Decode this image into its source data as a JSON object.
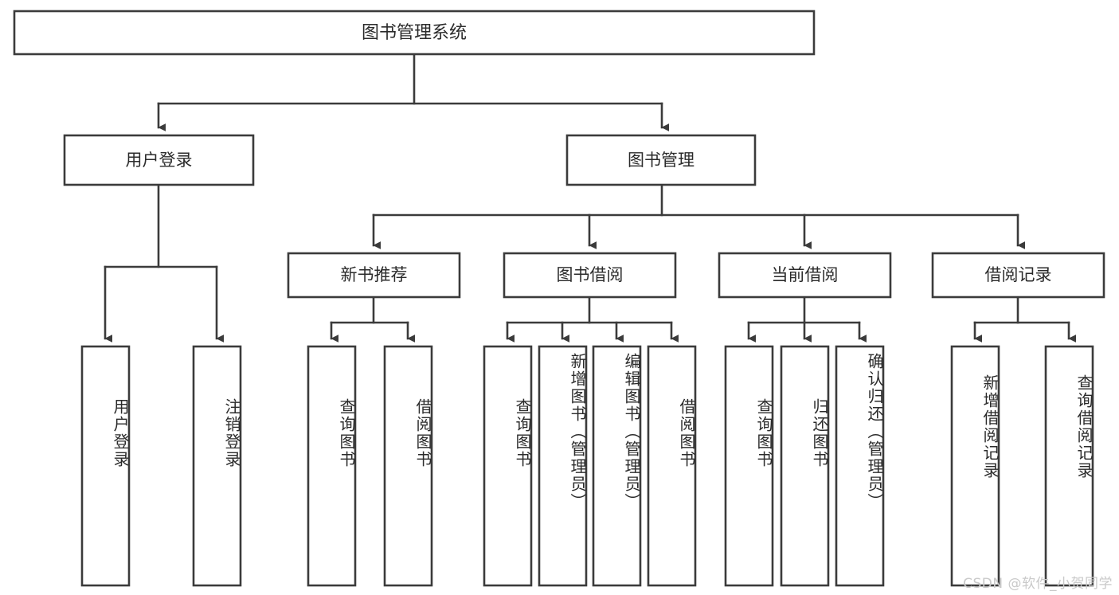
{
  "diagram": {
    "title": "图书管理系统",
    "type": "tree-hierarchy",
    "root": {
      "label": "图书管理系统",
      "orientation": "horizontal"
    },
    "level2": [
      {
        "label": "用户登录",
        "orientation": "horizontal"
      },
      {
        "label": "图书管理",
        "orientation": "horizontal"
      }
    ],
    "level3": [
      {
        "label": "新书推荐",
        "orientation": "horizontal"
      },
      {
        "label": "图书借阅",
        "orientation": "horizontal"
      },
      {
        "label": "当前借阅",
        "orientation": "horizontal"
      },
      {
        "label": "借阅记录",
        "orientation": "horizontal"
      }
    ],
    "leaves": {
      "user_login": [
        {
          "label": "用户登录",
          "orientation": "vertical"
        },
        {
          "label": "注销登录",
          "orientation": "vertical"
        }
      ],
      "new_book_recommend": [
        {
          "label": "查询图书",
          "orientation": "vertical"
        },
        {
          "label": "借阅图书",
          "orientation": "vertical"
        }
      ],
      "book_borrow": [
        {
          "label": "查询图书",
          "orientation": "vertical"
        },
        {
          "label": "新增图书（管理员）",
          "orientation": "vertical"
        },
        {
          "label": "编辑图书（管理员）",
          "orientation": "vertical"
        },
        {
          "label": "借阅图书",
          "orientation": "vertical"
        }
      ],
      "current_borrow": [
        {
          "label": "查询图书",
          "orientation": "vertical"
        },
        {
          "label": "归还图书",
          "orientation": "vertical"
        },
        {
          "label": "确认归还（管理员）",
          "orientation": "vertical"
        }
      ],
      "borrow_record": [
        {
          "label": "新增借阅记录",
          "orientation": "vertical"
        },
        {
          "label": "查询借阅记录",
          "orientation": "vertical"
        }
      ]
    },
    "watermark": "CSDN @软件_小贺同学",
    "colors": {
      "stroke": "#3b3b3b",
      "fill": "#ffffff",
      "text": "#2b2b2b",
      "watermark": "#c9c9c9",
      "background": "#ffffff"
    }
  }
}
